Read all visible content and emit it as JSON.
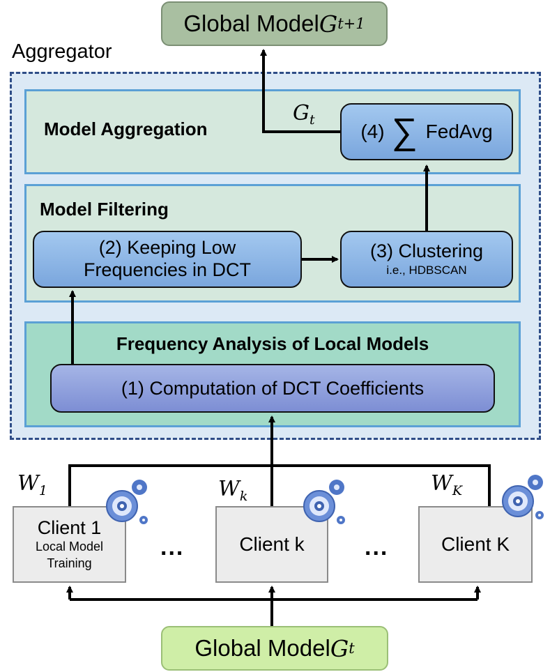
{
  "global_model_top": {
    "text": "Global Model ",
    "symbol": "G",
    "subscript": "t+1"
  },
  "aggregator_label": "Aggregator",
  "panels": {
    "aggregation": {
      "title": "Model Aggregation"
    },
    "filtering": {
      "title": "Model Filtering"
    },
    "frequency": {
      "title": "Frequency Analysis of Local Models"
    }
  },
  "steps": {
    "fedavg": {
      "prefix": "(4)",
      "symbol": "∑",
      "label": "FedAvg"
    },
    "low_freq": {
      "line1": "(2) Keeping Low",
      "line2": "Frequencies in DCT"
    },
    "clustering": {
      "line1": "(3) Clustering",
      "line2": "i.e., HDBSCAN"
    },
    "dct": {
      "label": "(1)  Computation of DCT Coefficients"
    }
  },
  "gt_label": {
    "symbol": "G",
    "subscript": "t"
  },
  "clients": [
    {
      "name": "Client 1",
      "sub1": "Local Model",
      "sub2": "Training",
      "weight_symbol": "W",
      "weight_subscript": "1"
    },
    {
      "name": "Client k",
      "weight_symbol": "W",
      "weight_subscript": "k"
    },
    {
      "name": "Client K",
      "weight_symbol": "W",
      "weight_subscript": "K"
    }
  ],
  "ellipsis": "...",
  "global_model_bottom": {
    "text": "Global Model ",
    "symbol": "G",
    "subscript": "t"
  },
  "colors": {
    "gear_large": "#6b8fd8",
    "gear_small": "#4f76c7",
    "arrow": "#000000"
  }
}
